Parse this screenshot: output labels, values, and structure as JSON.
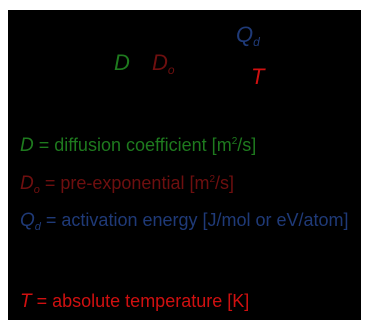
{
  "equation_symbols": {
    "D": "D",
    "D0_base": "D",
    "D0_sub": "o",
    "Qd_base": "Q",
    "Qd_sub": "d",
    "T": "T"
  },
  "definitions": [
    {
      "symbol": "D",
      "sub": "",
      "text_before": " = diffusion coefficient [m",
      "sup": "2",
      "text_after": "/s]"
    },
    {
      "symbol": "D",
      "sub": "o",
      "text_before": " = pre-exponential [m",
      "sup": "2",
      "text_after": "/s]"
    },
    {
      "symbol": "Q",
      "sub": "d",
      "text": " = activation energy [J/mol or eV/atom]"
    },
    {
      "symbol": "T",
      "sub": "",
      "text": " = absolute temperature [K]"
    }
  ],
  "colors": {
    "D": "#1e7a1e",
    "D0": "#6e0f0f",
    "Qd": "#1f3a78",
    "T": "#d01010",
    "background": "#000000"
  }
}
